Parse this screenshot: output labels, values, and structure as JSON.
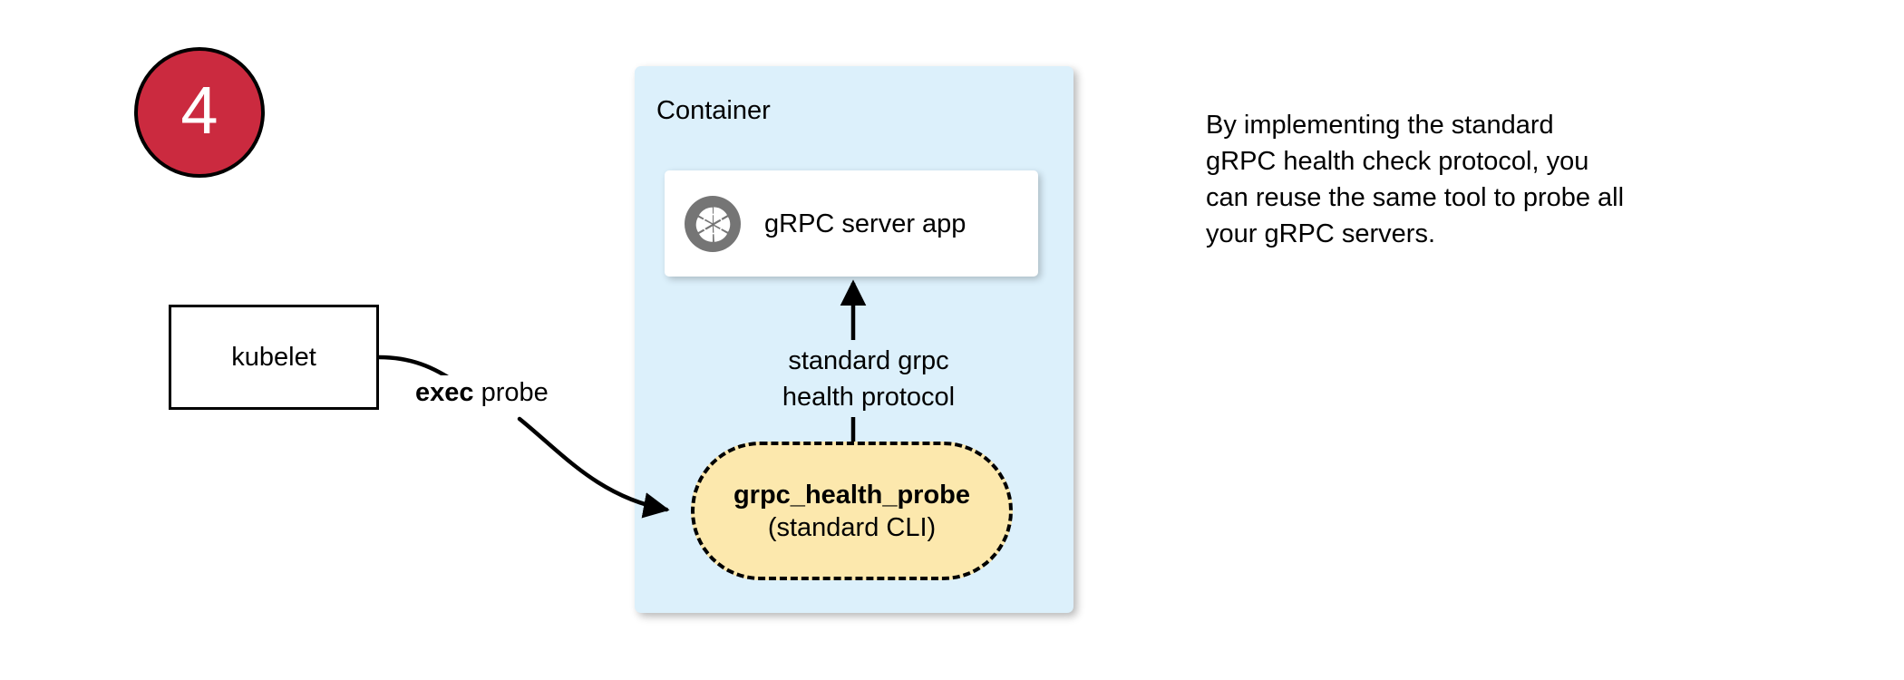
{
  "step": {
    "number": "4"
  },
  "container": {
    "label": "Container",
    "fill_color": "#dcf0fb"
  },
  "server_card": {
    "label": "gRPC server app",
    "icon": "grpc-aperture-icon",
    "icon_color": "#757575",
    "fill_color": "#ffffff"
  },
  "kubelet": {
    "label": "kubelet"
  },
  "exec_probe": {
    "bold_text": "exec",
    "rest_text": " probe"
  },
  "protocol": {
    "line1": "standard grpc",
    "line2": "health protocol"
  },
  "probe_pill": {
    "title": "grpc_health_probe",
    "subtitle": "(standard CLI)",
    "fill_color": "#fce8ad",
    "border_style": "dashed"
  },
  "side_note": {
    "line1": "By implementing the standard",
    "line2": "gRPC health check protocol, you",
    "line3": "can reuse the same tool to probe all",
    "line4": "your gRPC servers."
  },
  "badge": {
    "fill_color": "#cb2a3f",
    "text_color": "#ffffff"
  }
}
